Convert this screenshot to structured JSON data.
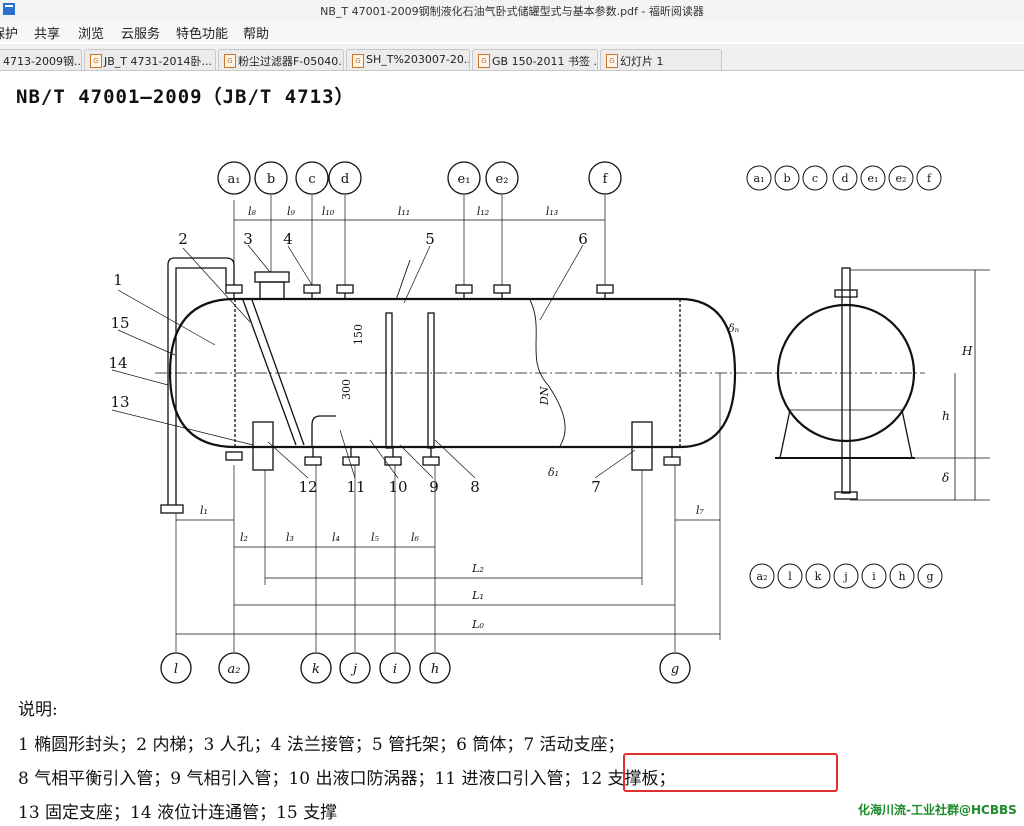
{
  "window": {
    "title": "NB_T 47001-2009钢制液化石油气卧式储罐型式与基本参数.pdf - 福昕阅读器"
  },
  "menu": [
    "保护",
    "共享",
    "浏览",
    "云服务",
    "特色功能",
    "帮助"
  ],
  "tabs": [
    "4713-2009钢...",
    "JB_T 4731-2014卧...",
    "粉尘过滤器F-05040...",
    "SH_T%203007-20...",
    "GB 150-2011 书签 ...",
    "幻灯片 1"
  ],
  "document": {
    "header": "NB/T 47001—2009（JB/T 4713）",
    "drawing": {
      "top_nozzles": [
        "a₁",
        "b",
        "c",
        "d",
        "e₁",
        "e₂",
        "f"
      ],
      "top_dims": [
        "l₈",
        "l₉",
        "l₁₀",
        "l₁₁",
        "l₁₂",
        "l₁₃"
      ],
      "part_numbers": [
        "1",
        "2",
        "3",
        "4",
        "5",
        "6",
        "7",
        "8",
        "9",
        "10",
        "11",
        "12",
        "13",
        "14",
        "15"
      ],
      "bottom_nozzles": [
        "l",
        "a₂",
        "k",
        "j",
        "i",
        "h",
        "g"
      ],
      "bottom_dims": [
        "l₁",
        "l₂",
        "l₃",
        "l₄",
        "l₅",
        "l₆",
        "l₇",
        "L₂",
        "L₁",
        "L₀"
      ],
      "side_top_row": [
        "a₁",
        "b",
        "c",
        "d",
        "e₁",
        "e₂",
        "f"
      ],
      "side_bottom_row": [
        "a₂",
        "l",
        "k",
        "j",
        "i",
        "h",
        "g"
      ],
      "misc_labels": [
        "150",
        "300",
        "DN",
        "δₙ",
        "δ₁",
        "H",
        "h",
        "δ"
      ]
    },
    "legend_title": "说明:",
    "legend_lines": [
      "1    椭圆形封头；2    内梯；3    人孔；4    法兰接管；5    管托架；6    筒体；7    活动支座；",
      "8    气相平衡引入管；9    气相引入管；10    出液口防涡器；11    进液口引入管；12    支撑板；",
      "13    固定支座；14    液位计连通管；15    支撑"
    ]
  },
  "watermark": "化海川流-工业社群@HCBBS",
  "colors": {
    "highlight": "#e03030",
    "watermark": "#1a8a2a"
  }
}
